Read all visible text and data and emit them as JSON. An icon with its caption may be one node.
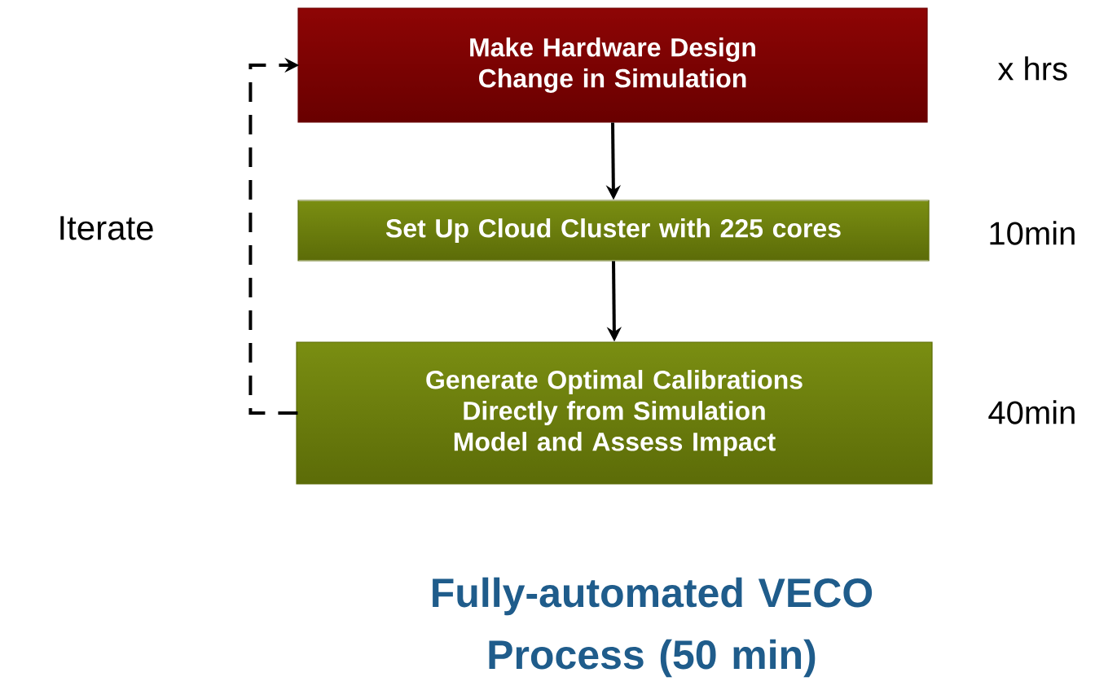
{
  "diagram": {
    "caption": "Fully-automated VECO Process (50 min)",
    "nodes": [
      {
        "text": [
          "Make Hardware Design Change in Simulation"
        ]
      },
      {
        "text": [
          "Set Up Cloud Cluster with 225 cores"
        ]
      },
      {
        "text": [
          "Generate Optimal Calibrations Directly from Simulation Model and Assess Impact"
        ]
      }
    ],
    "edges": [
      {
        "from": 0,
        "to": 1,
        "arrow": "to"
      },
      {
        "from": 1,
        "to": 2,
        "arrow": "to"
      },
      {
        "from": 2,
        "to": 0,
        "arrow": "to",
        "style": "dashed",
        "label": "Iterate"
      }
    ],
    "labels": [
      "x hrs",
      "10min",
      "40min"
    ]
  }
}
